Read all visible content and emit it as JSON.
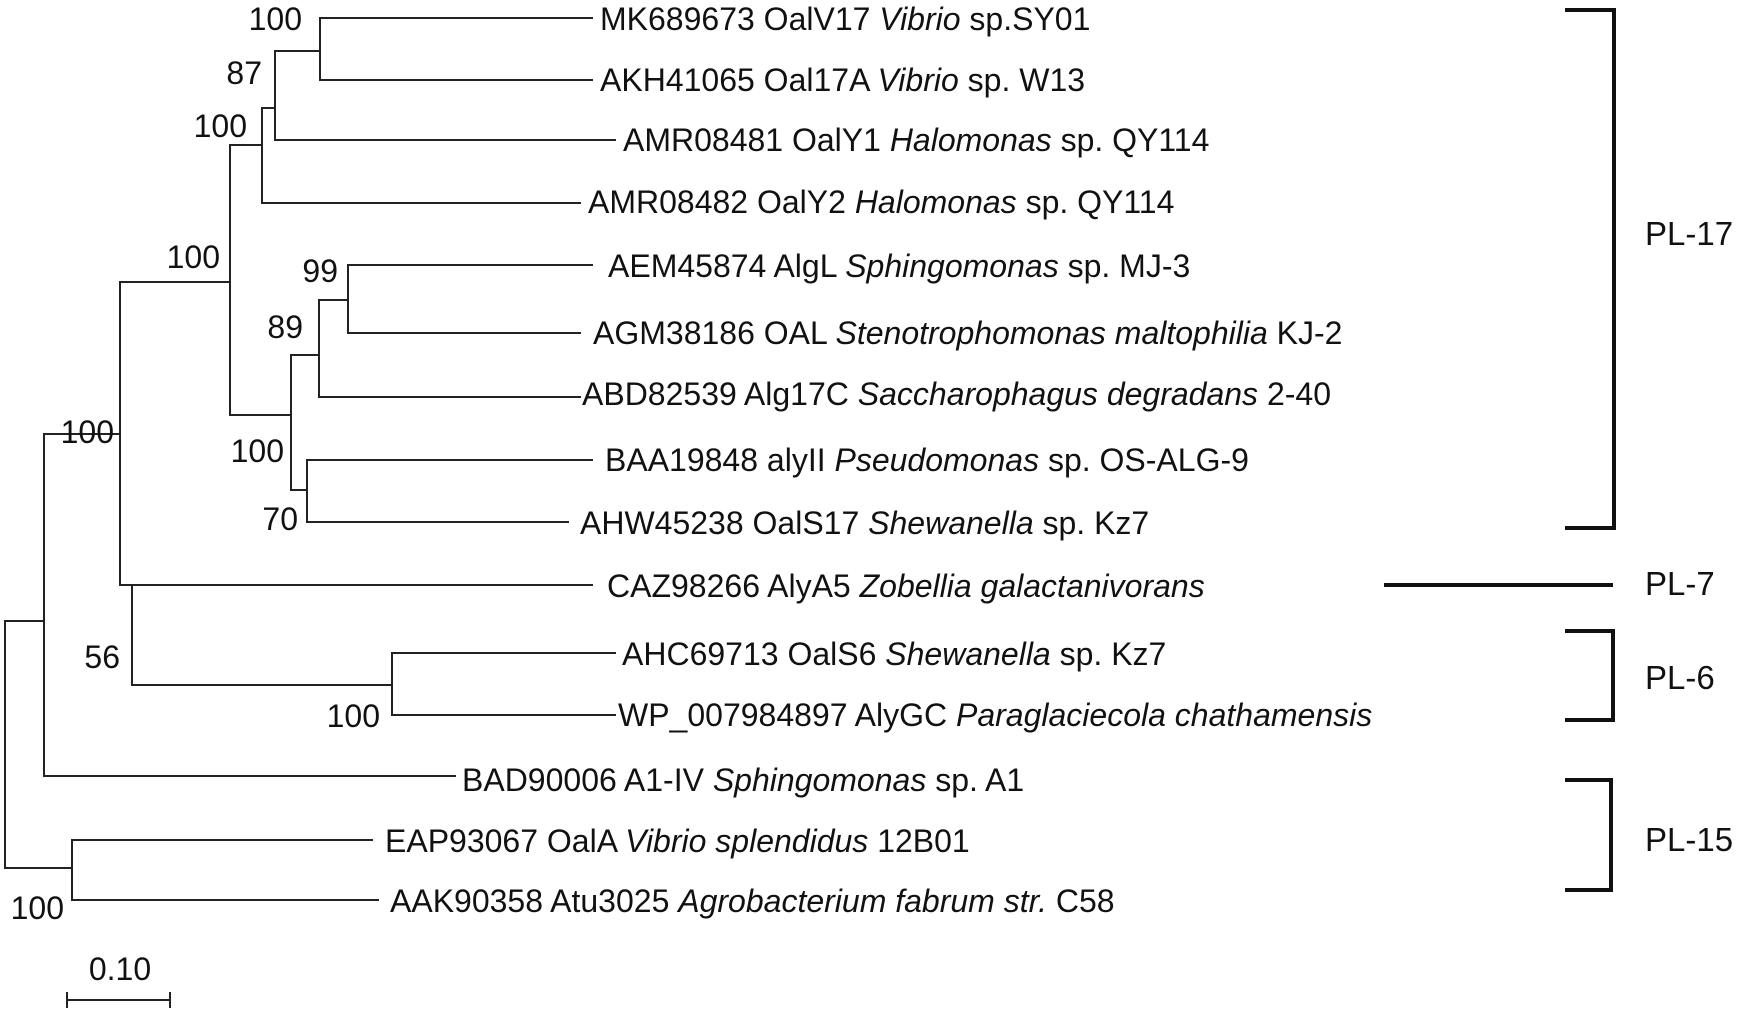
{
  "leaves": [
    {
      "id": "mk689673",
      "acc": "MK689673",
      "enz": "OalV17",
      "genus": "Vibrio",
      "rest": "sp.SY01"
    },
    {
      "id": "akh41065",
      "acc": "AKH41065",
      "enz": "Oal17A",
      "genus": "Vibrio",
      "rest": "sp. W13"
    },
    {
      "id": "amr08481",
      "acc": "AMR08481",
      "enz": "OalY1",
      "genus": "Halomonas",
      "rest": "sp. QY114"
    },
    {
      "id": "amr08482",
      "acc": "AMR08482",
      "enz": "OalY2",
      "genus": "Halomonas",
      "rest": "sp. QY114"
    },
    {
      "id": "aem45874",
      "acc": "AEM45874",
      "enz": "AlgL",
      "genus": "Sphingomonas",
      "rest": "sp. MJ-3"
    },
    {
      "id": "agm38186",
      "acc": "AGM38186",
      "enz": "OAL",
      "genus": "Stenotrophomonas maltophilia",
      "rest": "KJ-2"
    },
    {
      "id": "abd82539",
      "acc": "ABD82539",
      "enz": "Alg17C",
      "genus": "Saccharophagus degradans",
      "rest": "2-40"
    },
    {
      "id": "baa19848",
      "acc": "BAA19848",
      "enz": "alyII",
      "genus": "Pseudomonas",
      "rest": "sp. OS-ALG-9"
    },
    {
      "id": "ahw45238",
      "acc": "AHW45238",
      "enz": "OalS17",
      "genus": "Shewanella",
      "rest": "sp. Kz7"
    },
    {
      "id": "caz98266",
      "acc": "CAZ98266",
      "enz": "AlyA5",
      "genus": "Zobellia galactanivorans",
      "rest": ""
    },
    {
      "id": "ahc69713",
      "acc": "AHC69713",
      "enz": "OalS6",
      "genus": "Shewanella",
      "rest": "sp. Kz7"
    },
    {
      "id": "wp007984897",
      "acc": "WP_007984897",
      "enz": "AlyGC",
      "genus": "Paraglaciecola chathamensis",
      "rest": ""
    },
    {
      "id": "bad90006",
      "acc": "BAD90006",
      "enz": "A1-IV",
      "genus": "Sphingomonas",
      "rest": "sp. A1"
    },
    {
      "id": "eap93067",
      "acc": "EAP93067",
      "enz": "OalA",
      "genus": "Vibrio splendidus",
      "rest": "12B01"
    },
    {
      "id": "aak90358",
      "acc": "AAK90358",
      "enz": "Atu3025",
      "genus": "Agrobacterium fabrum str.",
      "rest": "C58"
    }
  ],
  "bootstrap": {
    "vibrio_pair": "100",
    "vibrio_halomonas1": "87",
    "upper_clade": "100",
    "sphingo_steno": "99",
    "sphingo_steno_sacch": "89",
    "lower_clade": "100",
    "pseudo_shew": "70",
    "pl17_clade": "100",
    "pl17_pl7_pl6": "100",
    "pl7_pl6": "56",
    "pl6_pair": "100",
    "pl15_pair": "100"
  },
  "families": {
    "pl17": "PL-17",
    "pl7": "PL-7",
    "pl6": "PL-6",
    "pl15": "PL-15"
  },
  "scale_bar": {
    "label": "0.10"
  }
}
